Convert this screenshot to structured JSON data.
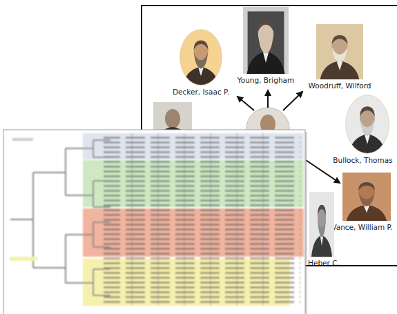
{
  "diagram": {
    "nodes": [
      {
        "text": [
          "Decker, Isaac P."
        ]
      },
      {
        "text": [
          "Young, Brigham"
        ]
      },
      {
        "text": [
          "Woodruff, Wilford"
        ]
      },
      {
        "text": [
          "Bullock, Thomas"
        ]
      },
      {
        "text": [
          "Vance, William P."
        ]
      },
      {
        "text": [
          "Heber C."
        ]
      }
    ]
  }
}
